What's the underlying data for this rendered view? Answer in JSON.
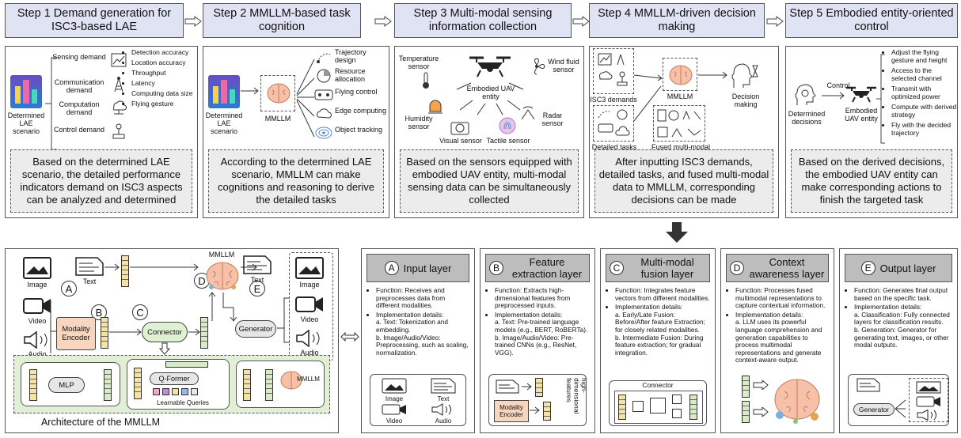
{
  "steps": [
    {
      "title": "Step 1 Demand generation for ISC3-based LAE",
      "scenario_label": "Determined LAE scenario",
      "demands": [
        "Sensing demand",
        "Communication demand",
        "Computation demand",
        "Control demand"
      ],
      "metrics": [
        "Detection accuracy",
        "Location accuracy",
        "Throughput",
        "Latency",
        "Computing data size",
        "Flying gesture"
      ],
      "desc": "Based on the determined LAE scenario, the detailed performance indicators demand on ISC3 aspects can be analyzed and determined"
    },
    {
      "title": "Step 2 MMLLM-based task cognition",
      "scenario_label": "Determined LAE scenario",
      "model_label": "MMLLM",
      "tasks": [
        "Trajectory design",
        "Resource allocation",
        "Flying control",
        "Edge computing",
        "Object tracking"
      ],
      "desc": "According to the determined LAE scenario, MMLLM can make cognitions and reasoning to derive the detailed tasks"
    },
    {
      "title": "Step 3 Multi-modal sensing information collection",
      "center_label": "Embodied UAV entity",
      "sensors": [
        "Temperature sensor",
        "Wind fluid sensor",
        "Humidity sensor",
        "Radar sensor",
        "Visual sensor",
        "Tactile sensor"
      ],
      "desc": "Based on the sensors equipped with embodied UAV entity, multi-modal sensing data can be simultaneously collected"
    },
    {
      "title": "Step 4 MMLLM-driven decision making",
      "demands_label": "ISC3 demands",
      "tasks_label": "Detailed tasks",
      "model_label": "MMLLM",
      "fused_label": "Fused multi-modal data",
      "decision_label": "Decision making",
      "desc": "After inputting ISC3 demands, detailed tasks, and fused multi-modal data to MMLLM, corresponding decisions can be made"
    },
    {
      "title": "Step 5 Embodied entity-oriented control",
      "decisions_label": "Determined decisions",
      "control_label": "Control",
      "uav_label": "Embodied UAV entity",
      "actions": [
        "Adjust the flying gesture and height",
        "Access to the selected channel",
        "Transmit with optimized power",
        "Compute with derived strategy",
        "Fly with the decided trajectory"
      ],
      "desc": "Based on the derived decisions, the embodied UAV entity can make corresponding actions to finish the targeted task"
    }
  ],
  "arch": {
    "caption": "Architecture of the MMLLM",
    "inputs": [
      "Image",
      "Text",
      "Video",
      "Audio"
    ],
    "outputs": [
      "Text",
      "Image",
      "Video",
      "Audio"
    ],
    "mmllm_label": "MMLLM",
    "encoder_label": "Modality Encoder",
    "connector_label": "Connector",
    "generator_label": "Generator",
    "mlp_label": "MLP",
    "qformer_label": "Q-Former",
    "queries_label": "Learnable Queries",
    "mmllm_small_label": "MMLLM",
    "letters": [
      "A",
      "B",
      "C",
      "D",
      "E"
    ]
  },
  "layers": [
    {
      "letter": "A",
      "title": "Input layer",
      "points": [
        "Function: Receives and preprocesses data from different modalities.",
        "Implementation details:\na. Text: Tokenization and embedding.\nb. Image/Audio/Video: Preprocessing, such as scaling, normalization."
      ],
      "illu_labels": [
        "Image",
        "Text",
        "Video",
        "Audio"
      ]
    },
    {
      "letter": "B",
      "title": "Feature extraction layer",
      "points": [
        "Function: Extracts high-dimensional features from preprocessed inputs.",
        "Implementation details:\na. Text: Pre-trained language models (e.g., BERT, RoBERTa).\nb. Image/Audio/Video: Pre-trained CNNs (e.g., ResNet, VGG)."
      ],
      "illu_labels": [
        "Modality Encoder",
        "high-dimensional features"
      ]
    },
    {
      "letter": "C",
      "title": "Multi-modal fusion layer",
      "points": [
        "Function: Integrates feature vectors from different modalities.",
        "Implementation details:\na. Early/Late Fusion: Before/After feature Extraction; for closely related modalities.\nb. Intermediate Fusion: During feature extraction; for gradual integration."
      ],
      "illu_labels": [
        "Connector"
      ]
    },
    {
      "letter": "D",
      "title": "Context awareness layer",
      "points": [
        "Function: Processes fused multimodal representations to capture contextual information.",
        "Implementation details:\na. LLM uses its powerful language comprehension and generation capabilities to process multimodal representations and generate context-aware output."
      ],
      "illu_labels": []
    },
    {
      "letter": "E",
      "title": "Output layer",
      "points": [
        "Function: Generates final output based on the specific task.",
        "Implementation details:\na. Classification: Fully connected layers for classification results.\nb. Generation: Generator for generating text, images, or other modal outputs."
      ],
      "illu_labels": [
        "Generator"
      ]
    }
  ]
}
